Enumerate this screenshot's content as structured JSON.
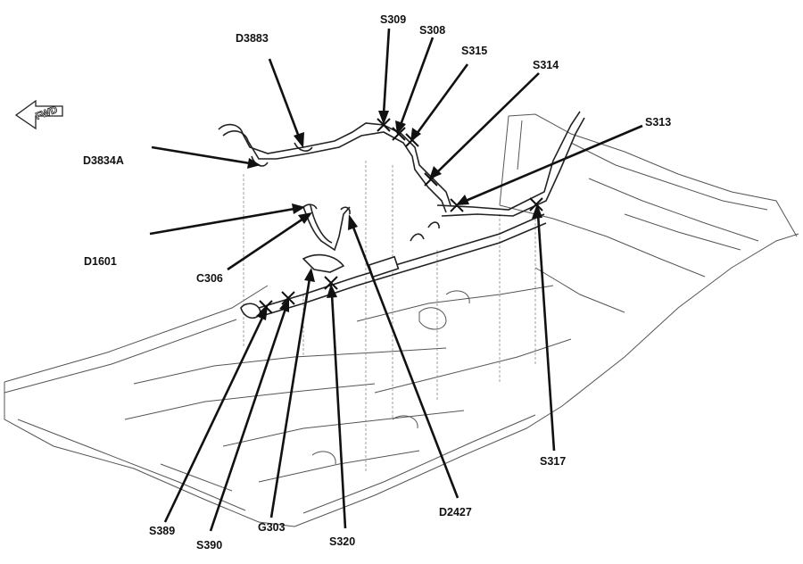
{
  "fwd_arrow": {
    "label": "FWD",
    "icon": "fwd-arrow-icon"
  },
  "callouts": {
    "s309": "S309",
    "d3883": "D3883",
    "s308": "S308",
    "s315": "S315",
    "s314": "S314",
    "s313": "S313",
    "d3834a": "D3834A",
    "d1601": "D1601",
    "c306": "C306",
    "s317": "S317",
    "d2427": "D2427",
    "s389": "S389",
    "s390": "S390",
    "g303": "G303",
    "s320": "S320"
  },
  "colors": {
    "ink": "#111111",
    "line": "#222222",
    "floor": "#555555"
  }
}
